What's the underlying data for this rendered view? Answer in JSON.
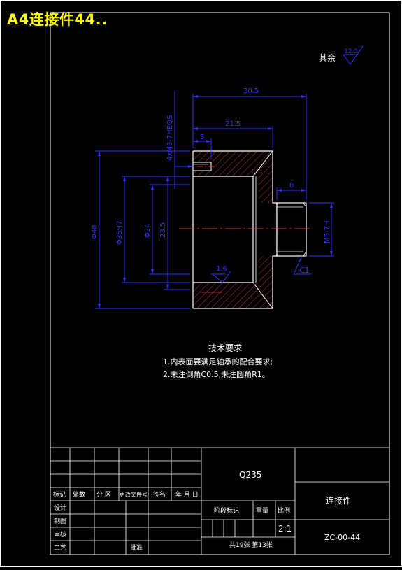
{
  "doc_title": "A4连接件44..",
  "roughness_note": {
    "label": "其余",
    "value": "12.5"
  },
  "drawing": {
    "dim_30_5": "30.5",
    "dim_21_5": "21.5",
    "dim_5": "5",
    "dim_8": "8",
    "dim_4xm3": "4xM3-7HEQS",
    "dim_phi48": "Φ48",
    "dim_phi35": "Φ35H7",
    "dim_phi24": "Φ24",
    "dim_23_5": "23.5",
    "dim_m5": "M5-7H",
    "chamfer_c1": "C1",
    "roughness_1_6": "1.6"
  },
  "tech_req": {
    "heading": "技术要求",
    "line1": "1.内表面要满足轴承的配合要求;",
    "line2": "2.未注倒角C0.5,未注圆角R1。"
  },
  "title_block": {
    "material": "Q235",
    "part_name": "连接件",
    "drawing_no": "ZC-00-44",
    "scale": "2:1",
    "sheet_info": "共19张 第13张",
    "hdr_mark": "标记",
    "hdr_count": "处数",
    "hdr_zone": "分 区",
    "hdr_docno": "更改文件号",
    "hdr_sign": "签名",
    "hdr_date": "年 月 日",
    "row_design": "设计",
    "row_draw": "制图",
    "row_check": "审核",
    "row_process": "工艺",
    "row_approve": "批准",
    "stage_mark": "阶段标记",
    "weight": "重量",
    "ratio": "比例"
  }
}
